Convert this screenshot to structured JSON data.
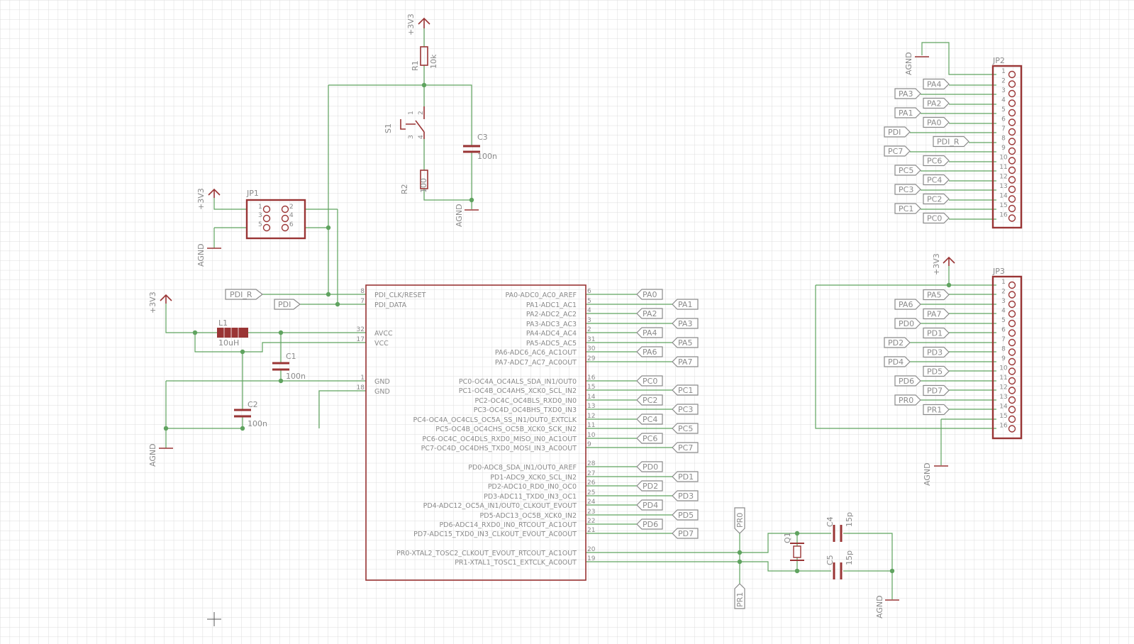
{
  "colors": {
    "wire": "#5fa35f",
    "part": "#9a3535",
    "text": "#8a8a8a",
    "grid": "#dcdcdc",
    "background": "#ffffff"
  },
  "parts": {
    "r1": {
      "name": "R1",
      "value": "10k"
    },
    "r2": {
      "name": "R2",
      "value": "100"
    },
    "s1": {
      "name": "S1",
      "pins": [
        "1",
        "2",
        "3",
        "4"
      ]
    },
    "c1": {
      "name": "C1",
      "value": "100n"
    },
    "c2": {
      "name": "C2",
      "value": "100n"
    },
    "c3": {
      "name": "C3",
      "value": "100n"
    },
    "c4": {
      "name": "C4",
      "value": "15p"
    },
    "c5": {
      "name": "C5",
      "value": "15p"
    },
    "l1": {
      "name": "L1",
      "value": "10uH"
    },
    "q1": {
      "name": "Q1"
    },
    "jp1": {
      "name": "JP1",
      "pins": [
        "1",
        "2",
        "3",
        "4",
        "5",
        "6"
      ]
    },
    "jp2": {
      "name": "JP2",
      "pins": [
        "1",
        "2",
        "3",
        "4",
        "5",
        "6",
        "7",
        "8",
        "9",
        "10",
        "11",
        "12",
        "13",
        "14",
        "15",
        "16"
      ]
    },
    "jp3": {
      "name": "JP3",
      "pins": [
        "1",
        "2",
        "3",
        "4",
        "5",
        "6",
        "7",
        "8",
        "9",
        "10",
        "11",
        "12",
        "13",
        "14",
        "15",
        "16"
      ]
    }
  },
  "supplies": {
    "vcc": "+3V3",
    "gnd": "AGND"
  },
  "mcu": {
    "left_pins": [
      {
        "num": "8",
        "name": "PDI_CLK/RESET"
      },
      {
        "num": "7",
        "name": "PDI_DATA"
      },
      {
        "num": "32",
        "name": "AVCC"
      },
      {
        "num": "17",
        "name": "VCC"
      },
      {
        "num": "1",
        "name": "GND"
      },
      {
        "num": "18",
        "name": "GND"
      }
    ],
    "right_pins": [
      {
        "num": "6",
        "name": "PA0-ADC0_AC0_AREF"
      },
      {
        "num": "5",
        "name": "PA1-ADC1_AC1"
      },
      {
        "num": "4",
        "name": "PA2-ADC2_AC2"
      },
      {
        "num": "3",
        "name": "PA3-ADC3_AC3"
      },
      {
        "num": "2",
        "name": "PA4-ADC4_AC4"
      },
      {
        "num": "31",
        "name": "PA5-ADC5_AC5"
      },
      {
        "num": "30",
        "name": "PA6-ADC6_AC6_AC1OUT"
      },
      {
        "num": "29",
        "name": "PA7-ADC7_AC7_AC0OUT"
      },
      {
        "num": "16",
        "name": "PC0-OC4A_OC4ALS_SDA_IN1/OUT0"
      },
      {
        "num": "15",
        "name": "PC1-OC4B_OC4AHS_XCK0_SCL_IN2"
      },
      {
        "num": "14",
        "name": "PC2-OC4C_OC4BLS_RXD0_IN0"
      },
      {
        "num": "13",
        "name": "PC3-OC4D_OC4BHS_TXD0_IN3"
      },
      {
        "num": "12",
        "name": "PC4-OC4A_OC4CLS_OC5A_SS_IN1/OUT0_EXTCLK"
      },
      {
        "num": "11",
        "name": "PC5-OC4B_OC4CHS_OC5B_XCK0_SCK_IN2"
      },
      {
        "num": "10",
        "name": "PC6-OC4C_OC4DLS_RXD0_MISO_IN0_AC1OUT"
      },
      {
        "num": "9",
        "name": "PC7-OC4D_OC4DHS_TXD0_MOSI_IN3_AC0OUT"
      },
      {
        "num": "28",
        "name": "PD0-ADC8_SDA_IN1/OUT0_AREF"
      },
      {
        "num": "27",
        "name": "PD1-ADC9_XCK0_SCL_IN2"
      },
      {
        "num": "26",
        "name": "PD2-ADC10_RD0_IN0_OC0"
      },
      {
        "num": "25",
        "name": "PD3-ADC11_TXD0_IN3_OC1"
      },
      {
        "num": "24",
        "name": "PD4-ADC12_OC5A_IN1/OUT0_CLKOUT_EVOUT"
      },
      {
        "num": "23",
        "name": "PD5-ADC13_OC5B_XCK0_IN2"
      },
      {
        "num": "22",
        "name": "PD6-ADC14_RXD0_IN0_RTCOUT_AC1OUT"
      },
      {
        "num": "21",
        "name": "PD7-ADC15_TXD0_IN3_CLKOUT_EVOUT_AC0OUT"
      },
      {
        "num": "20",
        "name": "PR0-XTAL2_TOSC2_CLKOUT_EVOUT_RTCOUT_AC1OUT"
      },
      {
        "num": "19",
        "name": "PR1-XTAL1_TOSC1_EXTCLK_AC0OUT"
      }
    ],
    "right_labels": [
      "PA0",
      "PA1",
      "PA2",
      "PA3",
      "PA4",
      "PA5",
      "PA6",
      "PA7",
      "PC0",
      "PC1",
      "PC2",
      "PC3",
      "PC4",
      "PC5",
      "PC6",
      "PC7",
      "PD0",
      "PD1",
      "PD2",
      "PD3",
      "PD4",
      "PD5",
      "PD6",
      "PD7"
    ]
  },
  "net_labels": {
    "pdi_r": "PDI_R",
    "pdi": "PDI",
    "pr0": "PR0",
    "pr1": "PR1"
  },
  "jp2_labels": [
    "PA4",
    "PA3",
    "PA2",
    "PA1",
    "PA0",
    "PDI",
    "PDI_R",
    "PC7",
    "PC6",
    "PC5",
    "PC4",
    "PC3",
    "PC2",
    "PC1",
    "PC0"
  ],
  "jp3_labels": [
    "PA5",
    "PA6",
    "PA7",
    "PD0",
    "PD1",
    "PD2",
    "PD3",
    "PD4",
    "PD5",
    "PD6",
    "PD7",
    "PR0",
    "PR1"
  ]
}
